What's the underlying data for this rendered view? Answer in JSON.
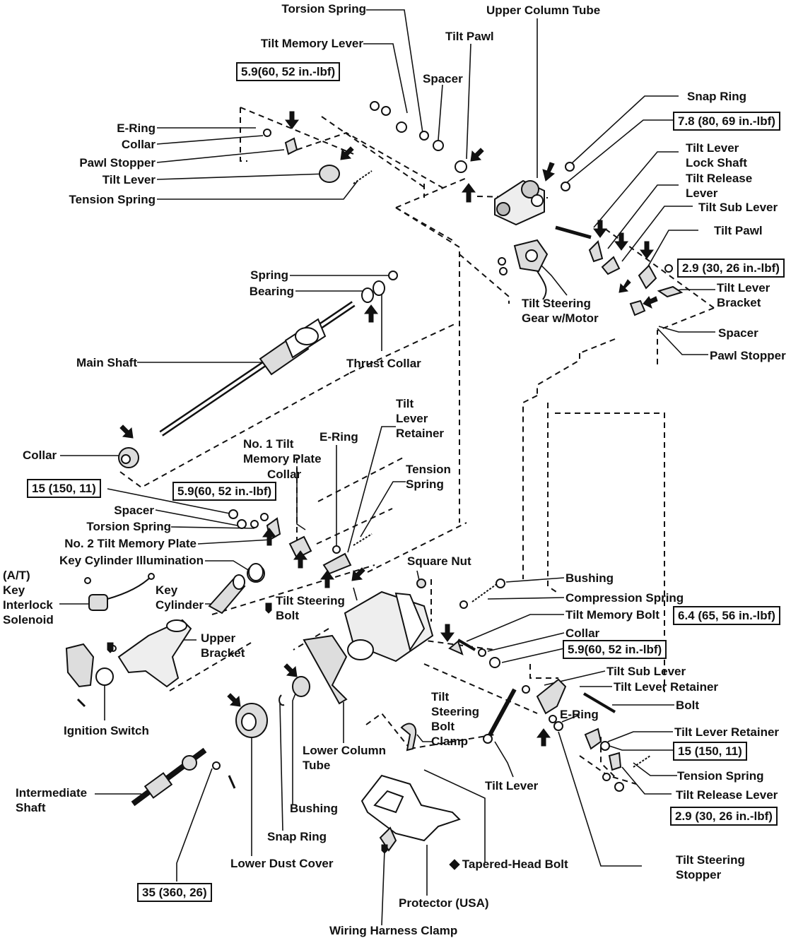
{
  "labels": {
    "torsion_spring_top": "Torsion Spring",
    "upper_column_tube": "Upper Column Tube",
    "tilt_memory_lever": "Tilt Memory Lever",
    "tilt_pawl_top": "Tilt Pawl",
    "spacer_top": "Spacer",
    "snap_ring_top": "Snap Ring",
    "e_ring_top": "E-Ring",
    "collar_top": "Collar",
    "pawl_stopper_left": "Pawl Stopper",
    "tilt_lever_left": "Tilt Lever",
    "tension_spring_left": "Tension Spring",
    "tilt_lever_lock_shaft": "Tilt Lever\nLock Shaft",
    "tilt_release_lever_top": "Tilt Release\nLever",
    "tilt_sub_lever_top": "Tilt Sub Lever",
    "tilt_pawl_right": "Tilt Pawl",
    "spring": "Spring",
    "bearing": "Bearing",
    "tilt_lever_bracket": "Tilt Lever\nBracket",
    "tilt_steering_gear_motor": "Tilt Steering\nGear w/Motor",
    "spacer_right": "Spacer",
    "pawl_stopper_right": "Pawl Stopper",
    "main_shaft": "Main Shaft",
    "thrust_collar": "Thrust Collar",
    "tilt_lever_retainer_mid": "Tilt\nLever\nRetainer",
    "e_ring_mid": "E-Ring",
    "no1_tilt_memory_plate": "No. 1 Tilt\nMemory Plate",
    "collar_mid": "Collar",
    "collar_left": "Collar",
    "tension_spring_mid": "Tension\nSpring",
    "spacer_mid": "Spacer",
    "torsion_spring_mid": "Torsion Spring",
    "no2_tilt_memory_plate": "No. 2 Tilt Memory Plate",
    "key_cylinder_illumination": "Key Cylinder Illumination",
    "square_nut": "Square Nut",
    "bushing_mid": "Bushing",
    "compression_spring": "Compression Spring",
    "at_key_interlock_solenoid": "(A/T)\nKey\nInterlock\nSolenoid",
    "key_cylinder": "Key\nCylinder",
    "tilt_steering_bolt_mid": "Tilt Steering\nBolt",
    "tilt_memory_bolt": "Tilt Memory Bolt",
    "collar_right": "Collar",
    "upper_bracket": "Upper\nBracket",
    "tilt_sub_lever_bottom": "Tilt Sub Lever",
    "tilt_lever_retainer_right1": "Tilt Lever Retainer",
    "bolt_right": "Bolt",
    "e_ring_bottom": "E-Ring",
    "tilt_lever_retainer_right2": "Tilt Lever Retainer",
    "ignition_switch": "Ignition Switch",
    "tilt_steering_bolt_clamp": "Tilt\nSteering\nBolt\nClamp",
    "lower_column_tube": "Lower Column\nTube",
    "tension_spring_bottom": "Tension Spring",
    "tilt_release_lever_bottom": "Tilt Release Lever",
    "tilt_lever_bottom": "Tilt Lever",
    "intermediate_shaft": "Intermediate\nShaft",
    "bushing_bottom": "Bushing",
    "snap_ring_bottom": "Snap Ring",
    "lower_dust_cover": "Lower Dust Cover",
    "tapered_head_bolt": "◆ Tapered-Head Bolt",
    "tilt_steering_stopper": "Tilt Steering\nStopper",
    "protector_usa": "Protector (USA)",
    "wiring_harness_clamp": "Wiring Harness Clamp"
  },
  "torques": {
    "t_5_9_top": "5.9(60, 52 in.-lbf)",
    "t_7_8": "7.8 (80, 69 in.-lbf)",
    "t_2_9_top": "2.9 (30, 26 in.-lbf)",
    "t_15_left": "15 (150, 11)",
    "t_5_9_mid": "5.9(60, 52 in.-lbf)",
    "t_6_4": "6.4 (65, 56 in.-lbf)",
    "t_5_9_right": "5.9(60, 52 in.-lbf)",
    "t_15_right": "15 (150, 11)",
    "t_2_9_bottom": "2.9 (30, 26 in.-lbf)",
    "t_35": "35 (360, 26)"
  }
}
